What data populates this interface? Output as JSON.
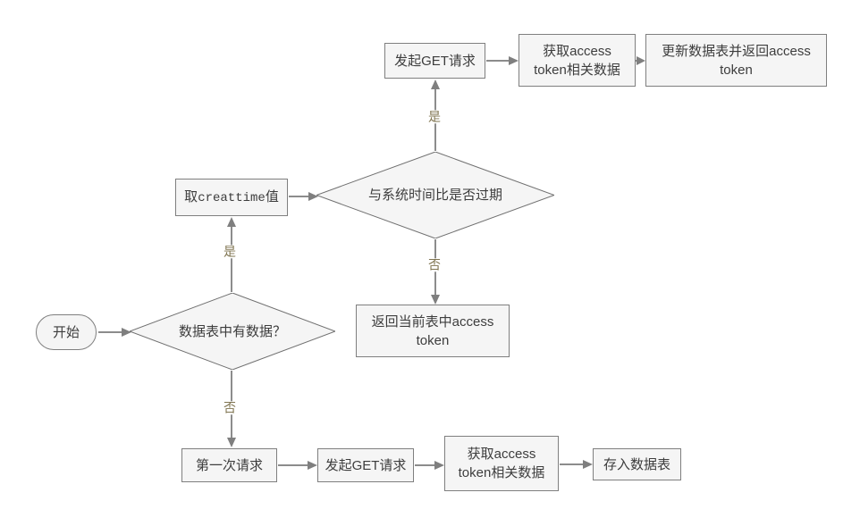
{
  "diagram": {
    "title": "access token flowchart",
    "colors": {
      "background": "#ffffff",
      "node_fill": "#f5f5f5",
      "node_border": "#7f7f7f",
      "connector": "#8c8c8c",
      "arrowhead": "#7f7f7f",
      "node_text": "#3d3d3d",
      "branch_label": "#7f7450"
    }
  },
  "nodes": {
    "start": {
      "label": "开始"
    },
    "has_data_decision": {
      "label": "数据表中有数据？"
    },
    "get_creattime": {
      "prefix": "取",
      "code": "creattime",
      "suffix": "值"
    },
    "expired_decision": {
      "label": "与系统时间比是否过期"
    },
    "send_get_top": {
      "label": "发起GET请求"
    },
    "fetch_token_top": {
      "label": "获取access\ntoken相关数据"
    },
    "update_table": {
      "label": "更新数据表并返回access\ntoken"
    },
    "return_current": {
      "label": "返回当前表中access\ntoken"
    },
    "first_request": {
      "label": "第一次请求"
    },
    "send_get_bottom": {
      "label": "发起GET请求"
    },
    "fetch_token_bottom": {
      "label": "获取access\ntoken相关数据"
    },
    "store_table": {
      "label": "存入数据表"
    }
  },
  "edge_labels": {
    "has_data_yes": "是",
    "has_data_no": "否",
    "expired_yes": "是",
    "expired_no": "否"
  }
}
